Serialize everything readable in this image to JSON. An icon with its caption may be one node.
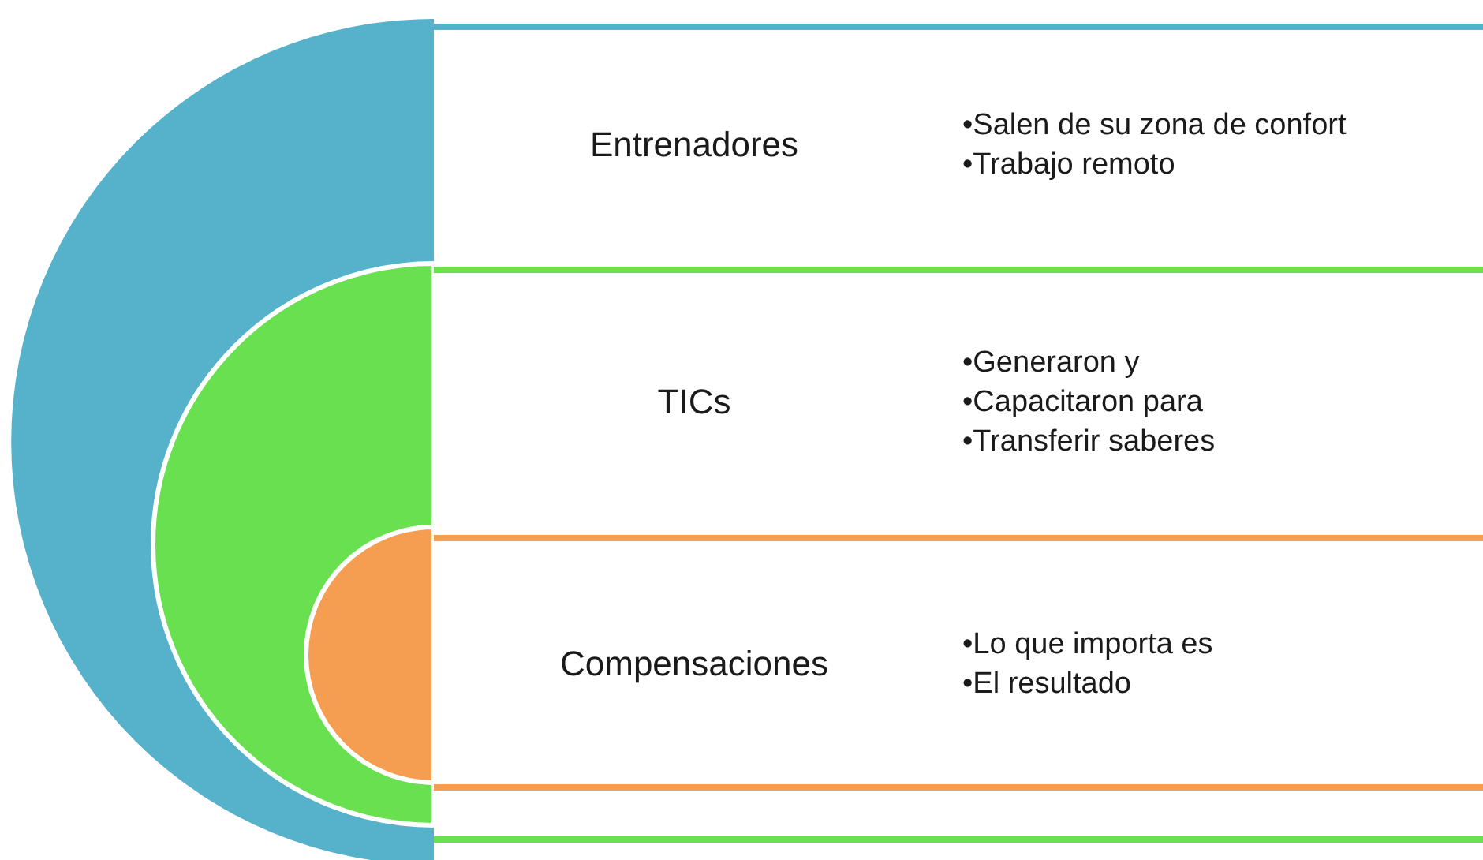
{
  "diagram": {
    "nodes": [
      {
        "text": [
          "Entrenadores",
          "•Salen de su zona de confort",
          "•Trabajo remoto"
        ]
      },
      {
        "text": [
          "TICs",
          "•Generaron y",
          "•Capacitaron para",
          "•Transferir saberes"
        ],
        "in": 0
      },
      {
        "text": [
          "Compensaciones",
          "•Lo que importa es",
          "•El resultado"
        ],
        "in": 1
      }
    ]
  }
}
